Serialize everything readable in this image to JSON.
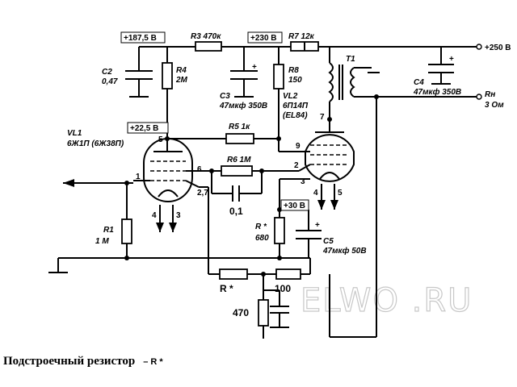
{
  "voltages": {
    "v187": "+187,5 В",
    "v230": "+230 В",
    "v250": "+250 В",
    "v22": "+22,5 В",
    "v30": "+30 В"
  },
  "components": {
    "r3": "R3  470к",
    "r7": "R7  12к",
    "r4_name": "R4",
    "r4_val": "2М",
    "r8_name": "R8",
    "r8_val": "150",
    "c2_name": "C2",
    "c2_val": "0,47",
    "c3_name": "C3",
    "c3_val": "47мкф  350В",
    "c4_name": "C4",
    "c4_val": "47мкф  350В",
    "t1": "T1",
    "rn_name": "Rн",
    "rn_val": "3 Ом",
    "vl1_name": "VL1",
    "vl1_type": "6Ж1П (6Ж38П)",
    "vl2_name": "VL2",
    "vl2_type": "6П14П",
    "vl2_alt": "(EL84)",
    "r5": "R5  1к",
    "r6": "R6  1М",
    "c_fb": "0,1",
    "r1_name": "R1",
    "r1_val": "1 М",
    "rstar_name": "R *",
    "rstar_val": "680",
    "c5_name": "C5",
    "c5_val": "47мкф  50В",
    "rstar2": "R *",
    "r100": "100",
    "r470": "470"
  },
  "pins": {
    "vl1_p1": "1",
    "vl1_p5": "5",
    "vl1_p6": "6",
    "vl1_p27": "2,7",
    "vl1_p4": "4",
    "vl1_p3": "3",
    "vl2_p7": "7",
    "vl2_p9": "9",
    "vl2_p2": "2",
    "vl2_p3": "3",
    "vl2_p4": "4",
    "vl2_p5": "5"
  },
  "watermark": "ELWO .RU",
  "footer": {
    "text": "Подстроечный резистор",
    "symbol": "– R *"
  }
}
